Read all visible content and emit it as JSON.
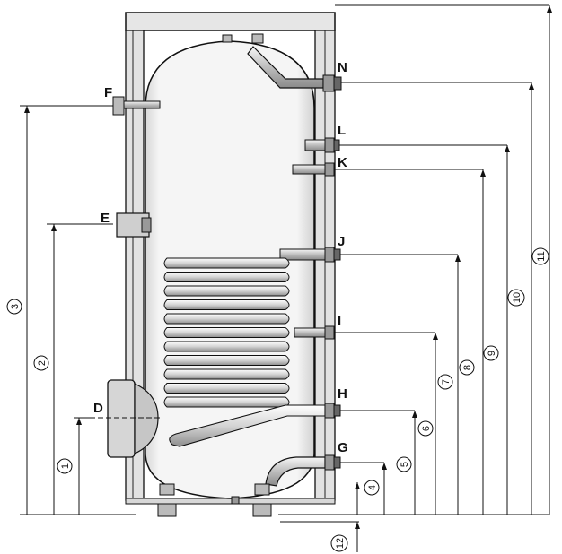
{
  "connections": [
    {
      "id": "N",
      "label": "N"
    },
    {
      "id": "L",
      "label": "L"
    },
    {
      "id": "K",
      "label": "K"
    },
    {
      "id": "J",
      "label": "J"
    },
    {
      "id": "I",
      "label": "I"
    },
    {
      "id": "H",
      "label": "H"
    },
    {
      "id": "G",
      "label": "G"
    },
    {
      "id": "F",
      "label": "F"
    },
    {
      "id": "E",
      "label": "E"
    },
    {
      "id": "D",
      "label": "D"
    }
  ],
  "dimensions": [
    {
      "id": "1",
      "label": "1"
    },
    {
      "id": "2",
      "label": "2"
    },
    {
      "id": "3",
      "label": "3"
    },
    {
      "id": "4",
      "label": "4"
    },
    {
      "id": "5",
      "label": "5"
    },
    {
      "id": "6",
      "label": "6"
    },
    {
      "id": "7",
      "label": "7"
    },
    {
      "id": "8",
      "label": "8"
    },
    {
      "id": "9",
      "label": "9"
    },
    {
      "id": "10",
      "label": "10"
    },
    {
      "id": "11",
      "label": "11"
    },
    {
      "id": "12",
      "label": "12"
    }
  ],
  "colors": {
    "line": "#111111",
    "shade": "#cfcfcf",
    "body": "#f4f4f4"
  }
}
